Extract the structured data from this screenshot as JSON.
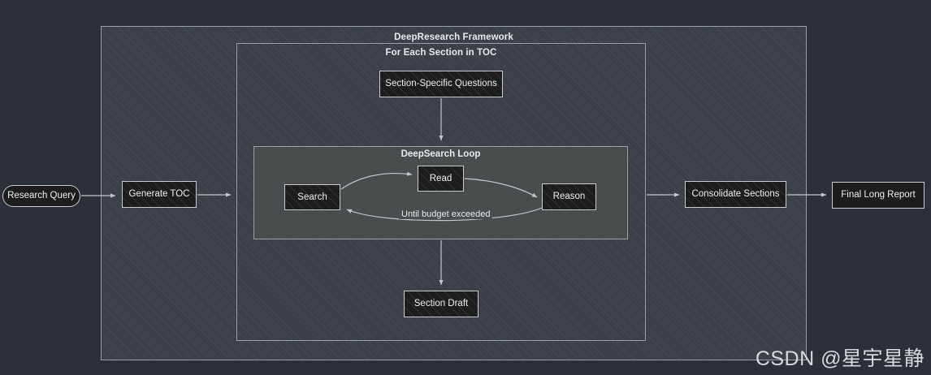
{
  "diagram": {
    "type": "flowchart",
    "background_color": "#2b303b",
    "node_fill_color": "#1d1d1d",
    "node_border_color": "#c9ccd1",
    "subgraph_fill_color": "#3c414b",
    "loop_fill_color": "#4a4d4d",
    "edge_color": "#c3c6cb",
    "subgraphs": [
      {
        "id": "deepresearch-framework",
        "title": "DeepResearch Framework"
      },
      {
        "id": "for-each-section",
        "title": "For Each Section in TOC"
      },
      {
        "id": "deepsearch-loop",
        "title": "DeepSearch Loop"
      }
    ],
    "nodes": [
      {
        "id": "research-query",
        "label": "Research Query",
        "shape": "stadium"
      },
      {
        "id": "generate-toc",
        "label": "Generate TOC",
        "shape": "rect"
      },
      {
        "id": "section-questions",
        "label": "Section-Specific Questions",
        "shape": "rect"
      },
      {
        "id": "search",
        "label": "Search",
        "shape": "rect"
      },
      {
        "id": "read",
        "label": "Read",
        "shape": "rect"
      },
      {
        "id": "reason",
        "label": "Reason",
        "shape": "rect"
      },
      {
        "id": "section-draft",
        "label": "Section Draft",
        "shape": "rect"
      },
      {
        "id": "consolidate",
        "label": "Consolidate Sections",
        "shape": "rect"
      },
      {
        "id": "final-report",
        "label": "Final Long Report",
        "shape": "rect"
      }
    ],
    "edges": [
      {
        "from": "research-query",
        "to": "generate-toc",
        "label": ""
      },
      {
        "from": "generate-toc",
        "to": "for-each-section",
        "label": ""
      },
      {
        "from": "section-questions",
        "to": "deepsearch-loop",
        "label": ""
      },
      {
        "from": "search",
        "to": "read",
        "label": ""
      },
      {
        "from": "read",
        "to": "reason",
        "label": ""
      },
      {
        "from": "reason",
        "to": "search",
        "label": "Until budget exceeded"
      },
      {
        "from": "deepsearch-loop",
        "to": "section-draft",
        "label": ""
      },
      {
        "from": "for-each-section",
        "to": "consolidate",
        "label": ""
      },
      {
        "from": "consolidate",
        "to": "final-report",
        "label": ""
      }
    ]
  },
  "watermark": {
    "text": "CSDN @星宇星静"
  }
}
